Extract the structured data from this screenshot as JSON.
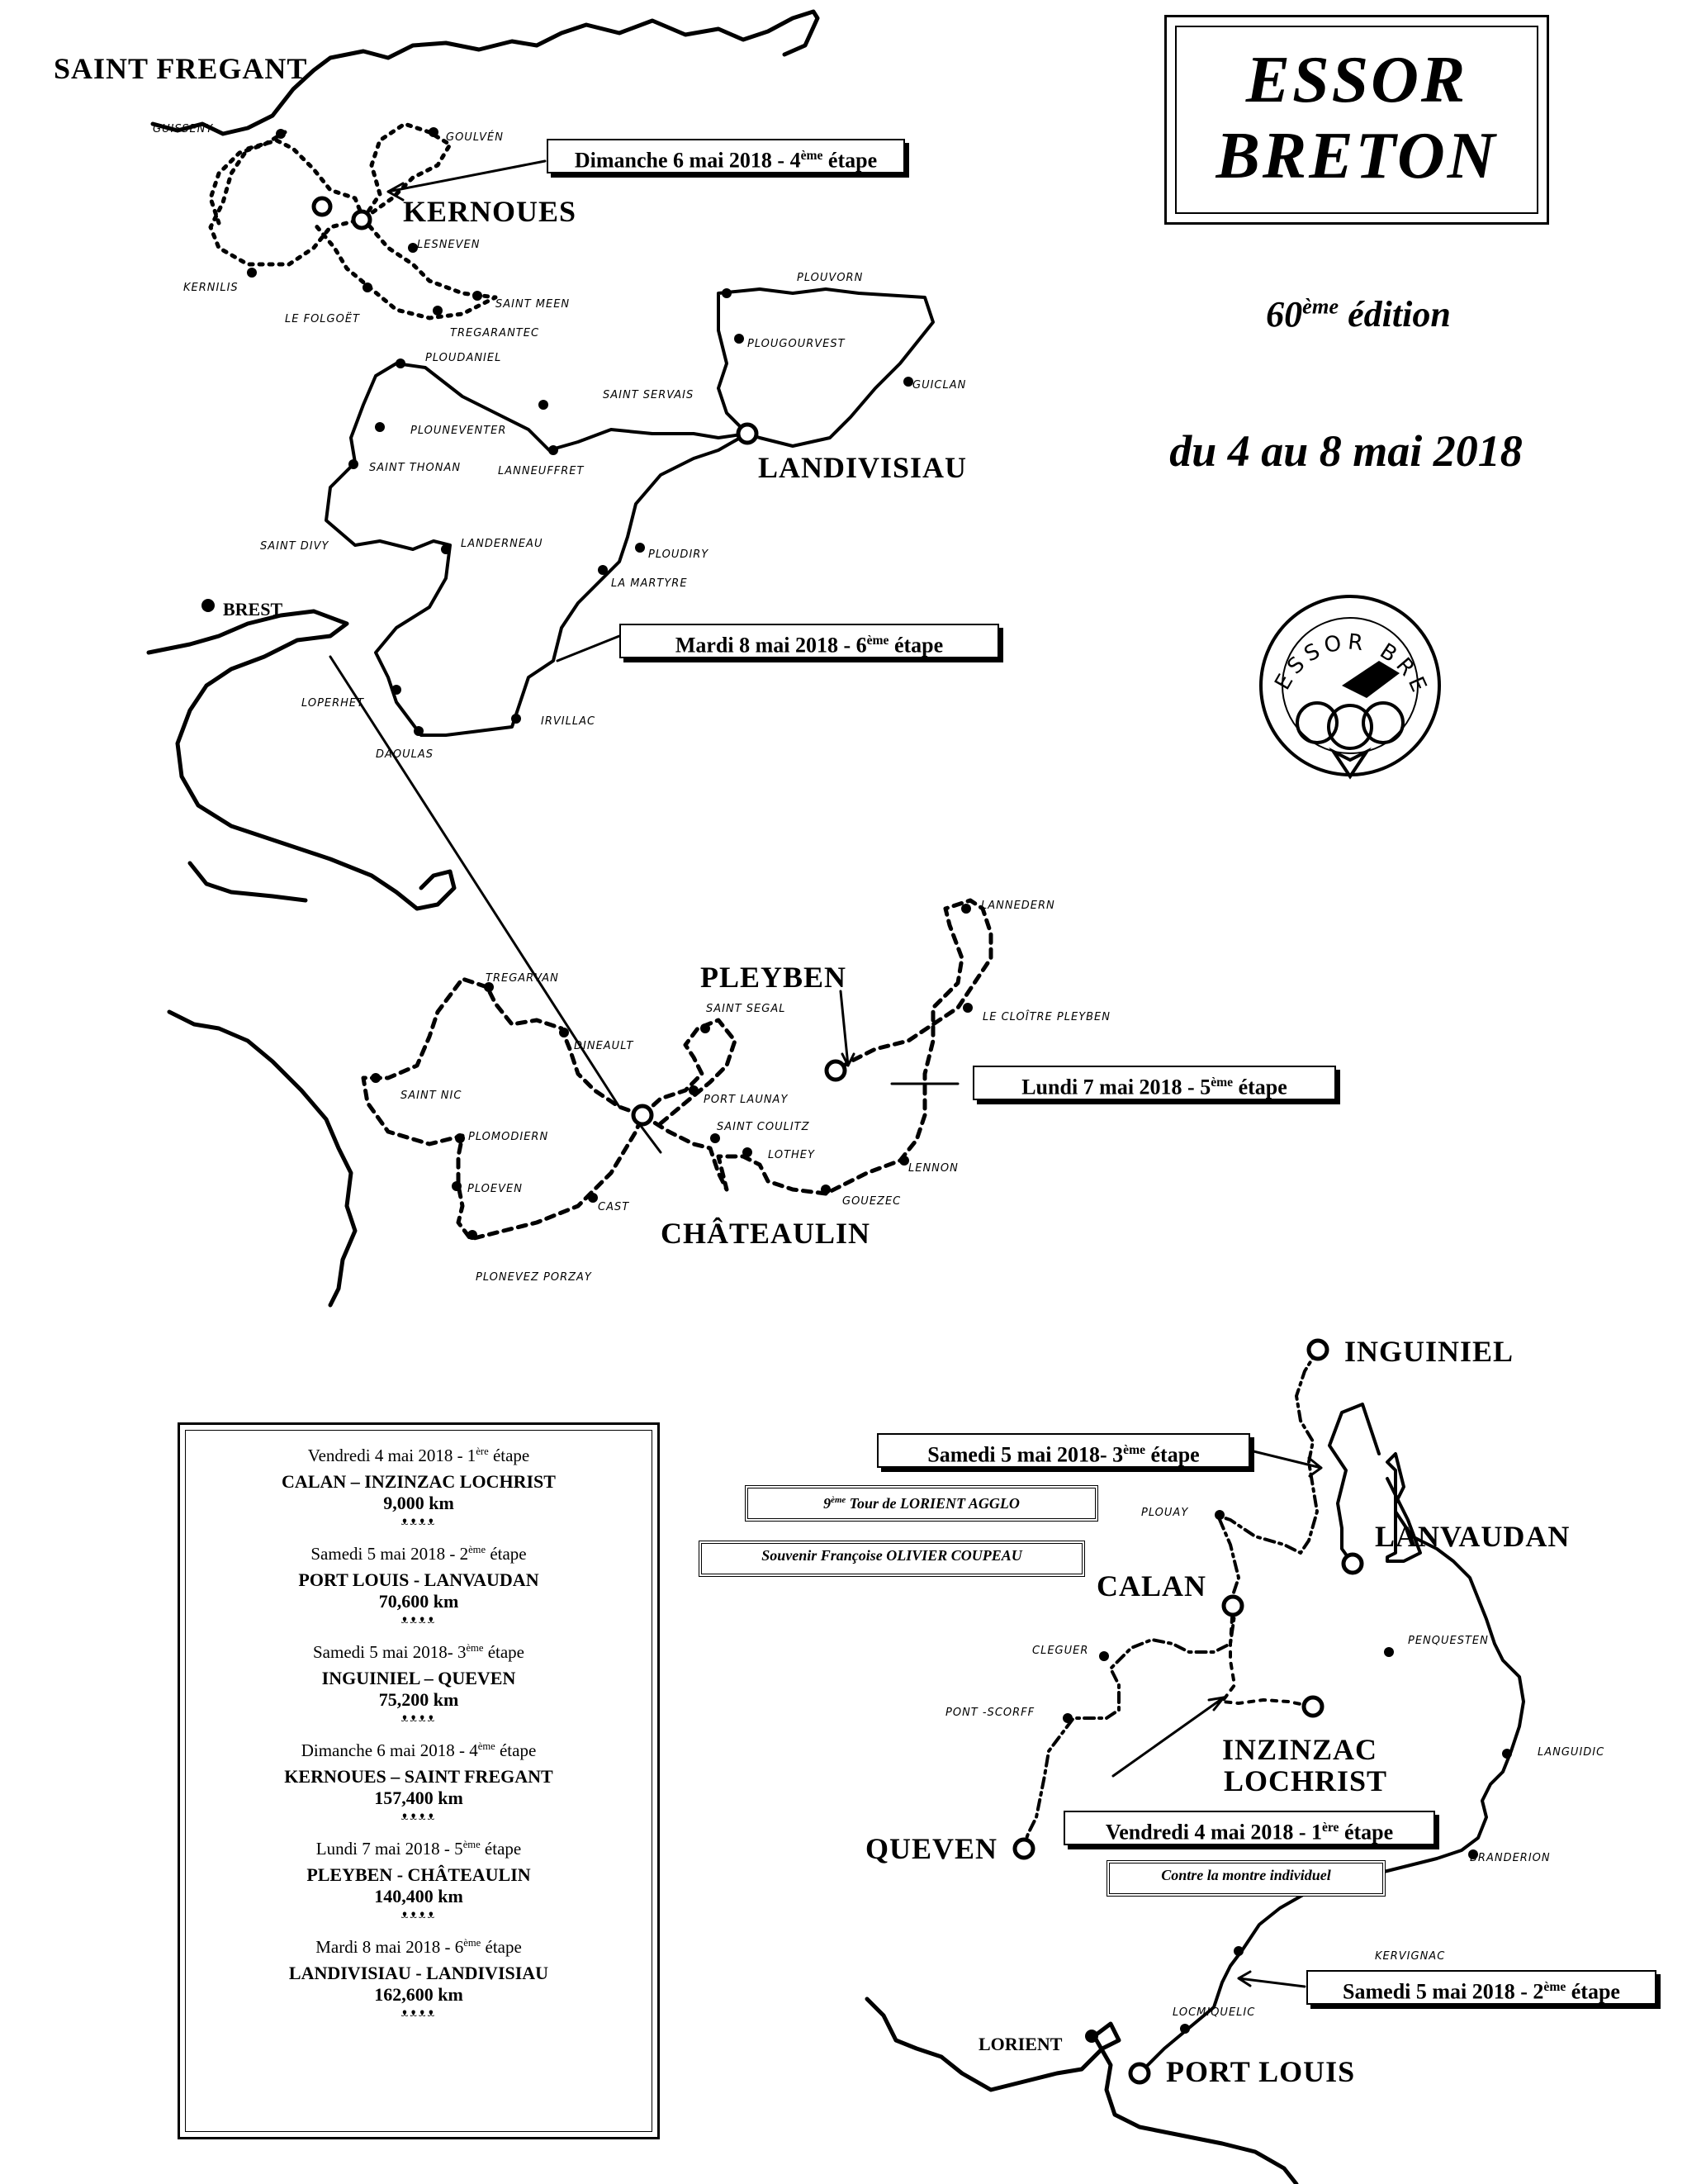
{
  "header": {
    "title_line1": "ESSOR",
    "title_line2": "BRETON",
    "edition_number": "60",
    "edition_sup": "ème",
    "edition_word": " édition",
    "dates": "du 4 au 8 mai 2018"
  },
  "logo": {
    "text": "ESSOR BRETON"
  },
  "stage_labels": {
    "stage4": {
      "text": "Dimanche 6 mai 2018 - 4",
      "sup": "ème",
      "suffix": " étape"
    },
    "stage6": {
      "text": "Mardi 8 mai 2018 - 6",
      "sup": "ème",
      "suffix": " étape"
    },
    "stage5": {
      "text": "Lundi 7 mai 2018 - 5",
      "sup": "ème",
      "suffix": " étape"
    },
    "stage3": {
      "text": "Samedi 5 mai 2018- 3",
      "sup": "ème",
      "suffix": " étape"
    },
    "stage1": {
      "text": "Vendredi 4 mai 2018 - 1",
      "sup": "ère",
      "suffix": " étape"
    },
    "stage2": {
      "text": "Samedi 5 mai 2018 - 2",
      "sup": "ème",
      "suffix": " étape"
    },
    "tour": {
      "prefix": "9",
      "sup": "ème",
      "text": " Tour de LORIENT AGGLO"
    },
    "souvenir": "Souvenir Françoise OLIVIER COUPEAU",
    "clm": "Contre la montre individuel"
  },
  "cities": {
    "saint_fregant": "SAINT FREGANT",
    "kernoues": "KERNOUES",
    "landivisiau": "LANDIVISIAU",
    "brest": "BREST",
    "pleyben": "PLEYBEN",
    "chateaulin": "CHÂTEAULIN",
    "inguiniel": "INGUINIEL",
    "lanvaudan": "LANVAUDAN",
    "calan": "CALAN",
    "inzinzac": "INZINZAC",
    "lochrist": "LOCHRIST",
    "queven": "QUEVEN",
    "port_louis": "PORT LOUIS",
    "lorient": "LORIENT"
  },
  "towns": {
    "guisseny": "GUISSENY",
    "goulven": "GOULVÉN",
    "lesneven": "LESNEVEN",
    "kernilis": "KERNILIS",
    "le_folgoet": "LE FOLGOËT",
    "saint_meen": "SAINT MEEN",
    "tregarantec": "TREGARANTEC",
    "plouvorn": "PLOUVORN",
    "plougourvest": "PLOUGOURVEST",
    "guiclan": "GUICLAN",
    "ploudaniel": "PLOUDANIEL",
    "saint_servais": "SAINT SERVAIS",
    "plouneventer": "PLOUNEVENTER",
    "saint_thonan": "SAINT THONAN",
    "lanneuffret": "LANNEUFFRET",
    "saint_divy": "SAINT DIVY",
    "landerneau": "LANDERNEAU",
    "ploudiry": "PLOUDIRY",
    "la_martyre": "LA MARTYRE",
    "loperhet": "LOPERHET",
    "irvillac": "IRVILLAC",
    "daoulas": "DAOULAS",
    "lannedern": "LANNEDERN",
    "tregarvan": "TREGARVAN",
    "saint_segal": "SAINT SEGAL",
    "le_cloitre": "LE CLOÎTRE PLEYBEN",
    "dineault": "DINEAULT",
    "port_launay": "PORT LAUNAY",
    "saint_nic": "SAINT NIC",
    "saint_coulitz": "SAINT COULITZ",
    "plomodiern": "PLOMODIERN",
    "lothey": "LOTHEY",
    "lennon": "LENNON",
    "ploeven": "PLOEVEN",
    "cast": "CAST",
    "gouezec": "GOUEZEC",
    "plonevez_porzay": "PLONEVEZ PORZAY",
    "plouay": "PLOUAY",
    "penquesten": "PENQUESTEN",
    "cleguer": "CLEGUER",
    "pont_scorff": "PONT -SCORFF",
    "languidic": "LANGUIDIC",
    "branderion": "BRANDERION",
    "kervignac": "KERVIGNAC",
    "locmiquelic": "LOCMIQUELIC"
  },
  "summary": {
    "stages": [
      {
        "date": "Vendredi 4 mai 2018 - 1",
        "sup": "ère",
        "suffix": " étape",
        "route": "CALAN – INZINZAC LOCHRIST",
        "distance": "9,000 km"
      },
      {
        "date": "Samedi 5 mai 2018 - 2",
        "sup": "ème",
        "suffix": " étape",
        "route": "PORT LOUIS - LANVAUDAN",
        "distance": "70,600 km"
      },
      {
        "date": "Samedi 5  mai 2018- 3",
        "sup": "ème",
        "suffix": " étape",
        "route": "INGUINIEL – QUEVEN",
        "distance": "75,200 km"
      },
      {
        "date": "Dimanche 6 mai 2018 - 4",
        "sup": "ème",
        "suffix": "  étape",
        "route": "KERNOUES – SAINT FREGANT",
        "distance": "157,400 km"
      },
      {
        "date": "Lundi 7 mai 2018  - 5",
        "sup": "ème",
        "suffix": " étape",
        "route": "PLEYBEN - CHÂTEAULIN",
        "distance": "140,400 km"
      },
      {
        "date": "Mardi 8 mai 2018  - 6",
        "sup": "ème",
        "suffix": " étape",
        "route": "LANDIVISIAU - LANDIVISIAU",
        "distance": "162,600 km"
      }
    ],
    "ornament": "ᴥᴥᴥᴥ"
  }
}
